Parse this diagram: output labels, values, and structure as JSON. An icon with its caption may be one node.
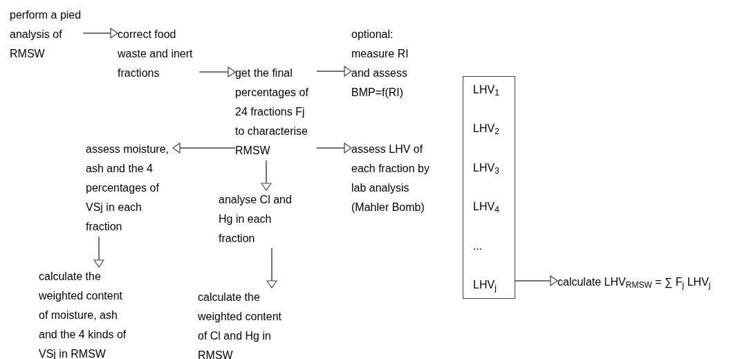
{
  "diagram": {
    "nodes": [
      {
        "text": [
          "perform a pied analysis of RMSW"
        ]
      },
      {
        "text": [
          "correct food waste and inert fractions"
        ]
      },
      {
        "text": [
          "get the final percentages of 24 fractions Fj to characterise RMSW"
        ]
      },
      {
        "text": [
          "optional: measure RI and assess BMP=f(RI)"
        ]
      },
      {
        "text": [
          "assess moisture, ash and the 4 percentages of VSj in each fraction"
        ]
      },
      {
        "text": [
          "assess LHV of each fraction by lab analysis (Mahler Bomb)"
        ]
      },
      {
        "text": [
          "analyse Cl and Hg in  each fraction"
        ]
      },
      {
        "text": [
          "calculate the weighted content of moisture, ash and the 4 kinds of VSj in RMSW"
        ]
      },
      {
        "text": [
          "calculate the weighted content of Cl and Hg in RMSW"
        ]
      },
      {
        "text": [
          "LHV$_{1}$",
          "LHV$_{2}$",
          "LHV$_{3}$",
          "LHV$_{4}$",
          "...",
          "LHV$_{j}$"
        ]
      },
      {
        "text": [
          "calculate LHV$_{RMSW}$ = ∑ F$_{j}$ LHV$_{j}$"
        ]
      }
    ],
    "edges": [
      {
        "from": 0,
        "to": 1,
        "arrow": "to"
      },
      {
        "from": 1,
        "to": 2,
        "arrow": "to"
      },
      {
        "from": 2,
        "to": 3,
        "arrow": "to"
      },
      {
        "from": 2,
        "to": 4,
        "arrow": "to"
      },
      {
        "from": 2,
        "to": 5,
        "arrow": "to"
      },
      {
        "from": 2,
        "to": 6,
        "arrow": "to"
      },
      {
        "from": 4,
        "to": 7,
        "arrow": "to"
      },
      {
        "from": 6,
        "to": 8,
        "arrow": "to"
      },
      {
        "from": 9,
        "to": 10,
        "arrow": "to"
      }
    ]
  }
}
